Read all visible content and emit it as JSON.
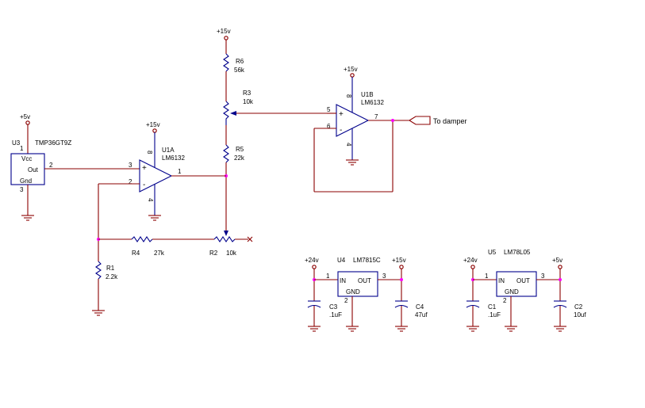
{
  "colors": {
    "wire": "#8b0000",
    "component": "#00008b",
    "junction": "#ff00ff",
    "text": "#000000"
  },
  "power": {
    "p15_top": "+15v",
    "p15_u1a": "+15v",
    "p15_u1b": "+15v",
    "p5_u3": "+5v",
    "p24_u4": "+24v",
    "p15_u4": "+15v",
    "p24_u5": "+24v",
    "p5_u5": "+5v"
  },
  "u3": {
    "ref": "U3",
    "value": "TMP36GT9Z",
    "vcc": "Vcc",
    "out": "Out",
    "gnd": "Gnd",
    "pin1": "1",
    "pin2": "2",
    "pin3": "3"
  },
  "u1a": {
    "ref": "U1A",
    "value": "LM6132",
    "pin3": "3",
    "pin2": "2",
    "pin1": "1",
    "pin8": "8",
    "pin4": "4",
    "plus": "+",
    "minus": "-"
  },
  "u1b": {
    "ref": "U1B",
    "value": "LM6132",
    "pin5": "5",
    "pin6": "6",
    "pin7": "7",
    "pin8": "8",
    "pin4": "4",
    "plus": "+",
    "minus": "-"
  },
  "r6": {
    "ref": "R6",
    "value": "56k"
  },
  "r3": {
    "ref": "R3",
    "value": "10k"
  },
  "r5": {
    "ref": "R5",
    "value": "22k"
  },
  "r4": {
    "ref": "R4",
    "value": "27k"
  },
  "r2": {
    "ref": "R2",
    "value": "10k"
  },
  "r1": {
    "ref": "R1",
    "value": "2.2k"
  },
  "output": {
    "label": "To damper"
  },
  "u4": {
    "ref": "U4",
    "value": "LM7815C",
    "in": "IN",
    "out": "OUT",
    "gnd": "GND",
    "pin1": "1",
    "pin2": "2",
    "pin3": "3"
  },
  "u5": {
    "ref": "U5",
    "value": "LM78L05",
    "in": "IN",
    "out": "OUT",
    "gnd": "GND",
    "pin1": "1",
    "pin2": "2",
    "pin3": "3"
  },
  "c3": {
    "ref": "C3",
    "value": ".1uF"
  },
  "c4": {
    "ref": "C4",
    "value": "47uf"
  },
  "c1": {
    "ref": "C1",
    "value": ".1uF"
  },
  "c2": {
    "ref": "C2",
    "value": "10uf"
  }
}
